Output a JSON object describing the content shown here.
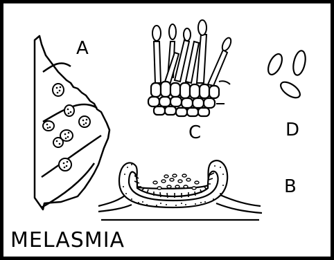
{
  "panel_labels": {
    "a": "A",
    "b": "B",
    "c": "C",
    "d": "D"
  },
  "caption": "MELASMIA",
  "colors": {
    "ink": "#000000",
    "paper": "#ffffff"
  }
}
